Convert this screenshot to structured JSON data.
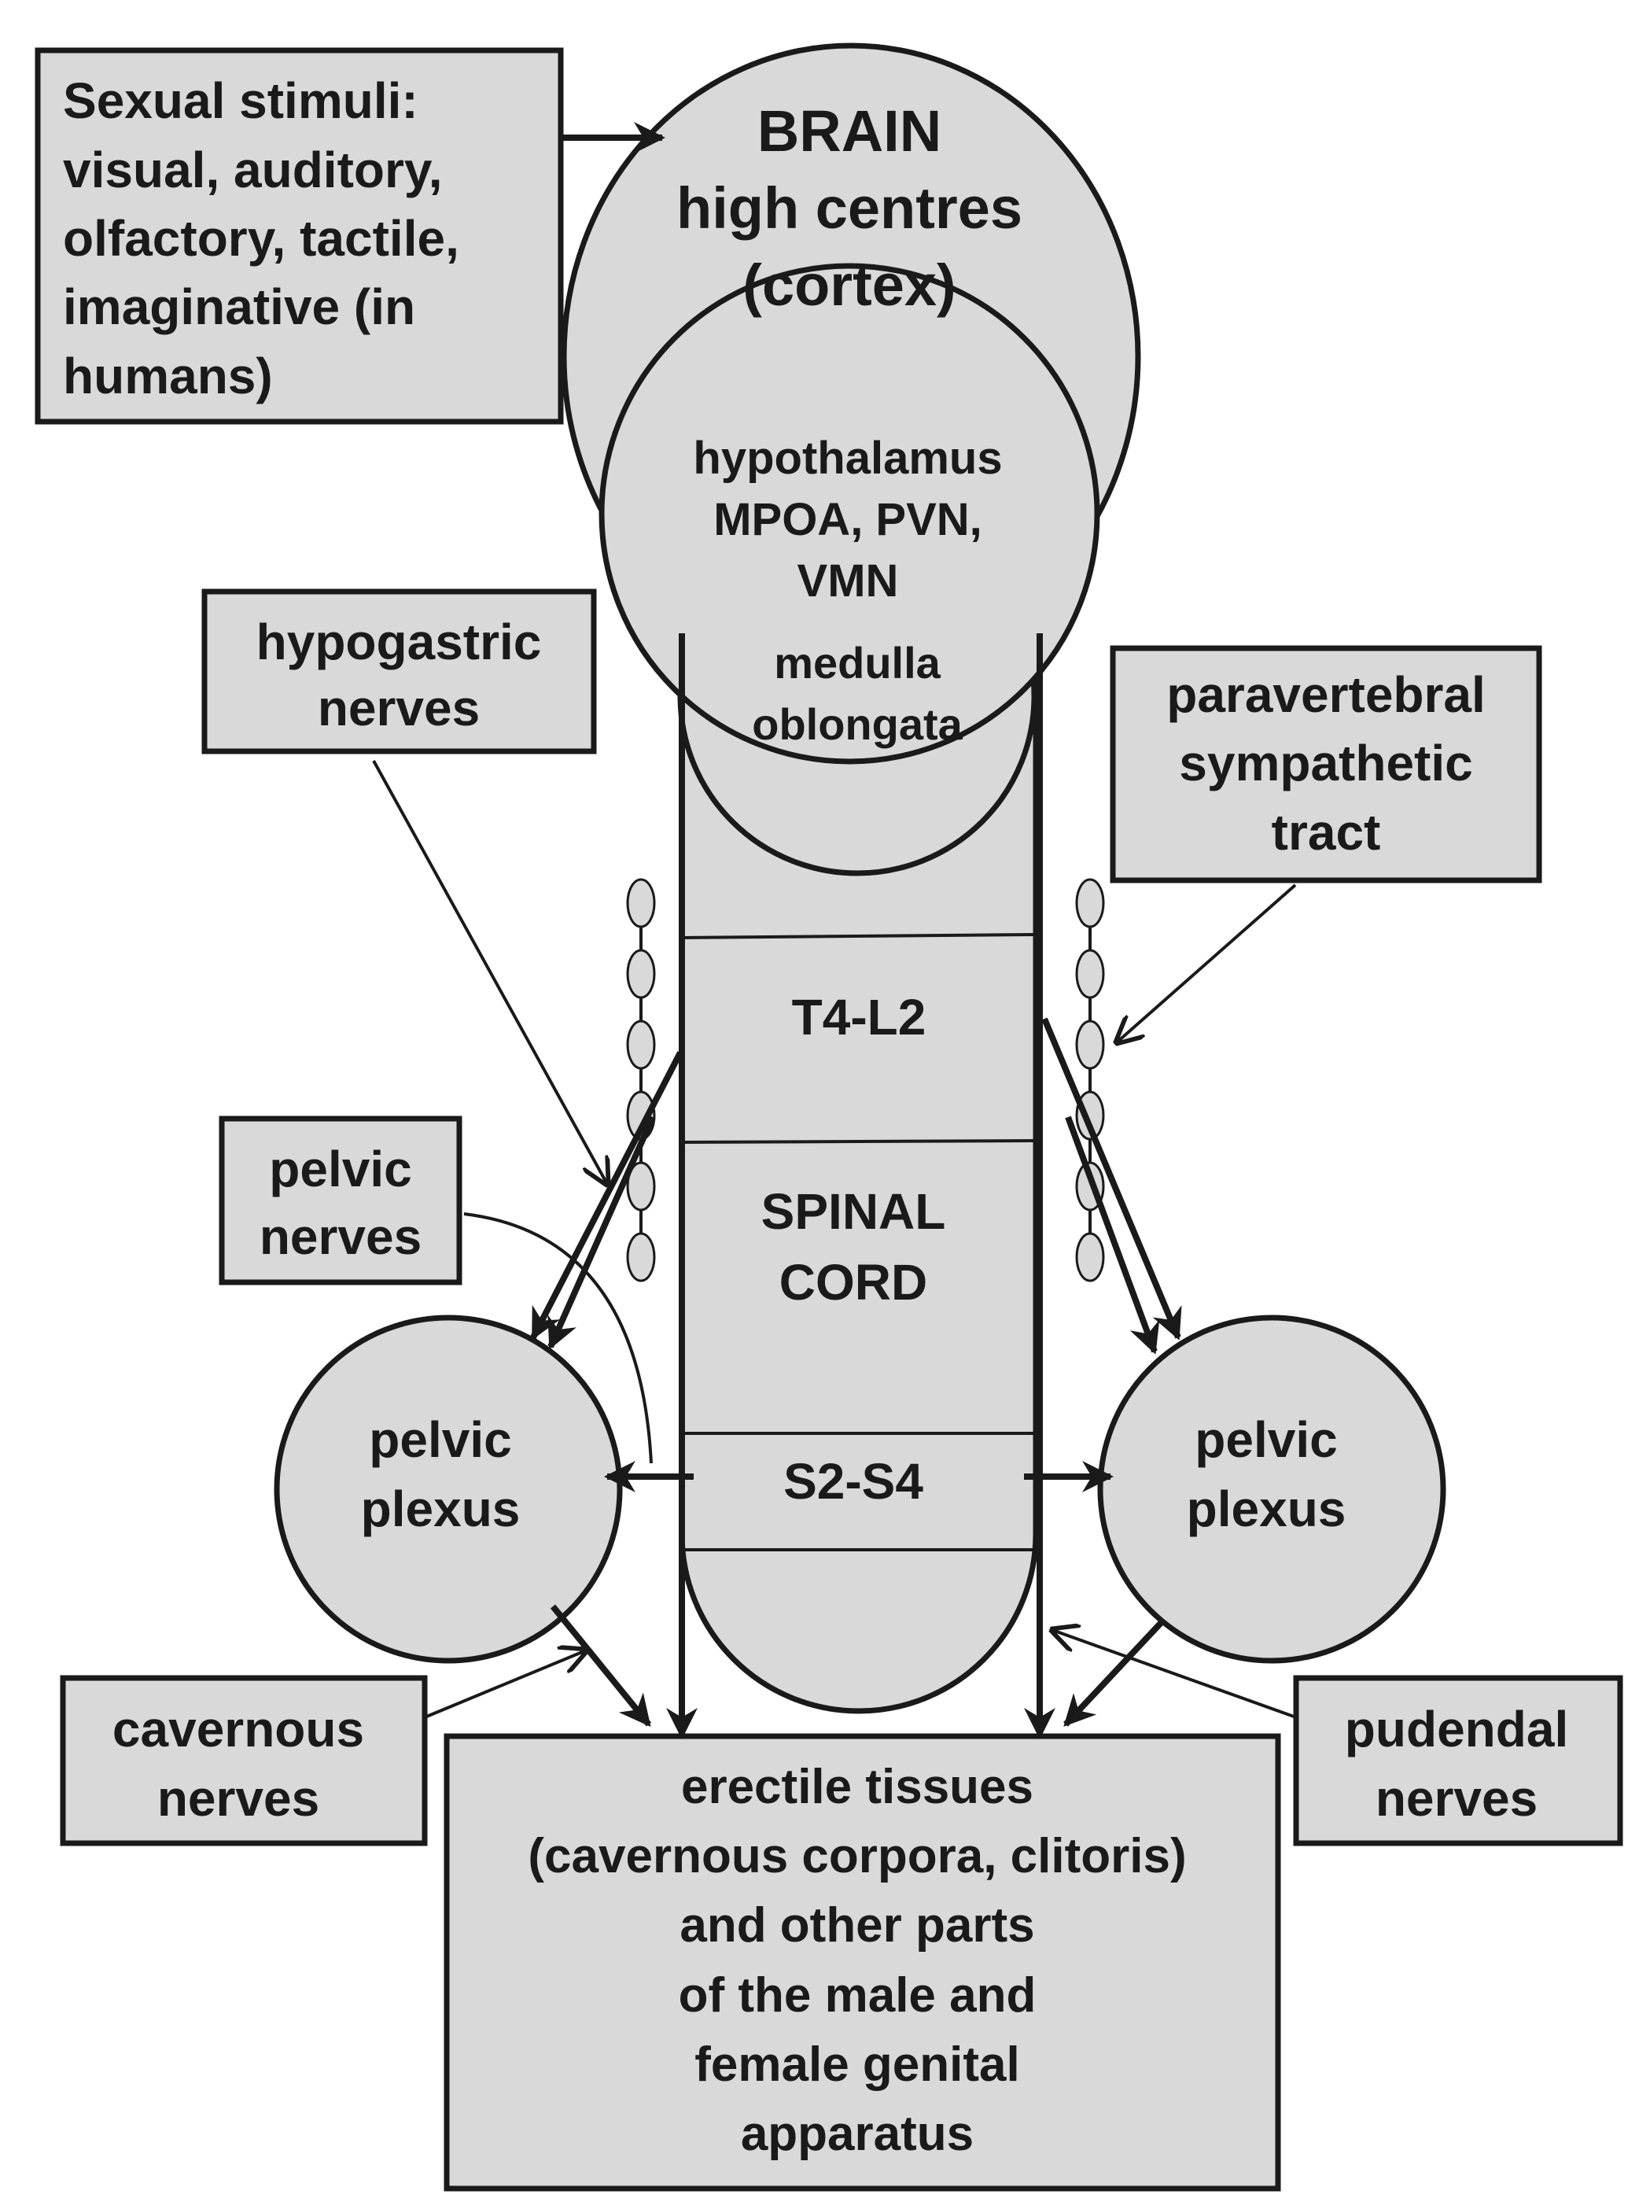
{
  "brain": {
    "line1": "BRAIN",
    "line2": "high centres",
    "line3": "(cortex)"
  },
  "hypothalamus": {
    "line1": "hypothalamus",
    "line2": "MPOA, PVN,",
    "line3": "VMN"
  },
  "medulla": {
    "line1": "medulla",
    "line2": "oblongata"
  },
  "spinal_cord": {
    "segment_upper": "T4-L2",
    "label_line1": "SPINAL",
    "label_line2": "CORD",
    "segment_lower": "S2-S4"
  },
  "stimuli_box": {
    "line1": "Sexual stimuli:",
    "line2": "visual, auditory,",
    "line3": "olfactory, tactile,",
    "line4": "imaginative (in",
    "line5": "humans)"
  },
  "hypogastric_box": {
    "line1": "hypogastric",
    "line2": "nerves"
  },
  "paravertebral_box": {
    "line1": "paravertebral",
    "line2": "sympathetic",
    "line3": "tract"
  },
  "pelvic_nerves_box": {
    "line1": "pelvic",
    "line2": "nerves"
  },
  "pelvic_plexus_left": {
    "line1": "pelvic",
    "line2": "plexus"
  },
  "pelvic_plexus_right": {
    "line1": "pelvic",
    "line2": "plexus"
  },
  "cavernous_box": {
    "line1": "cavernous",
    "line2": "nerves"
  },
  "pudendal_box": {
    "line1": "pudendal",
    "line2": "nerves"
  },
  "erectile_box": {
    "line1": "erectile tissues",
    "line2": "(cavernous corpora, clitoris)",
    "line3": "and other parts",
    "line4": "of the male and",
    "line5": "female genital",
    "line6": "apparatus"
  },
  "colors": {
    "fill": "#d9d9d9",
    "stroke": "#1a1a1a",
    "background": "#ffffff"
  }
}
